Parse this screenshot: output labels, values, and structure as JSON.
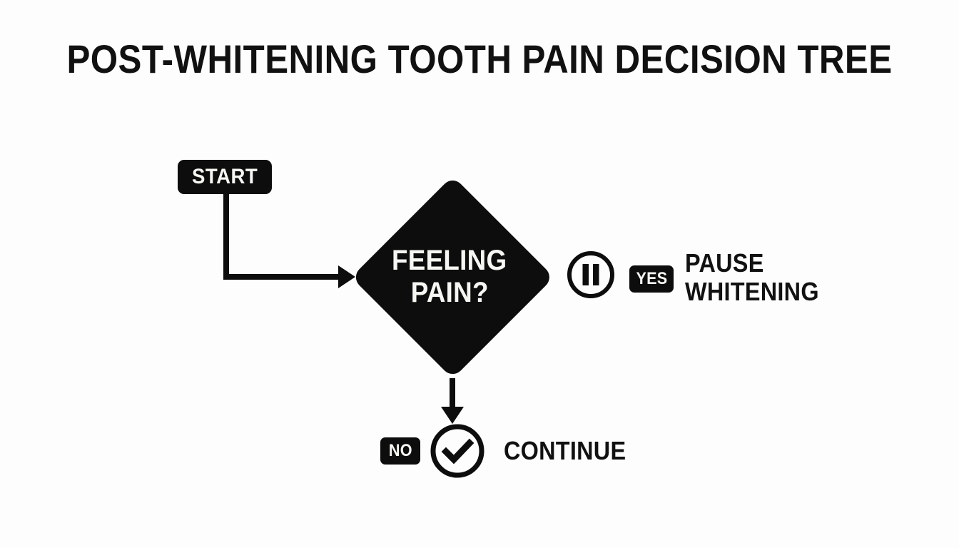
{
  "diagram": {
    "title": "POST-WHITENING TOOTH PAIN DECISION TREE",
    "type": "decision-tree-flowchart",
    "background_color": "#fdfdfd",
    "ink_color": "#0d0d0d",
    "badge_text_color": "#f6f6f2",
    "nodes": {
      "start": {
        "label": "START",
        "shape": "rounded-rectangle-badge"
      },
      "decision": {
        "line1": "FEELING",
        "line2": "PAIN?",
        "shape": "diamond"
      },
      "yes_branch": {
        "badge": "YES",
        "icon": "pause-circle-icon",
        "outcome_line1": "PAUSE",
        "outcome_line2": "WHITENING"
      },
      "no_branch": {
        "badge": "NO",
        "icon": "check-circle-icon",
        "outcome_line1": "CONTINUE"
      }
    }
  }
}
